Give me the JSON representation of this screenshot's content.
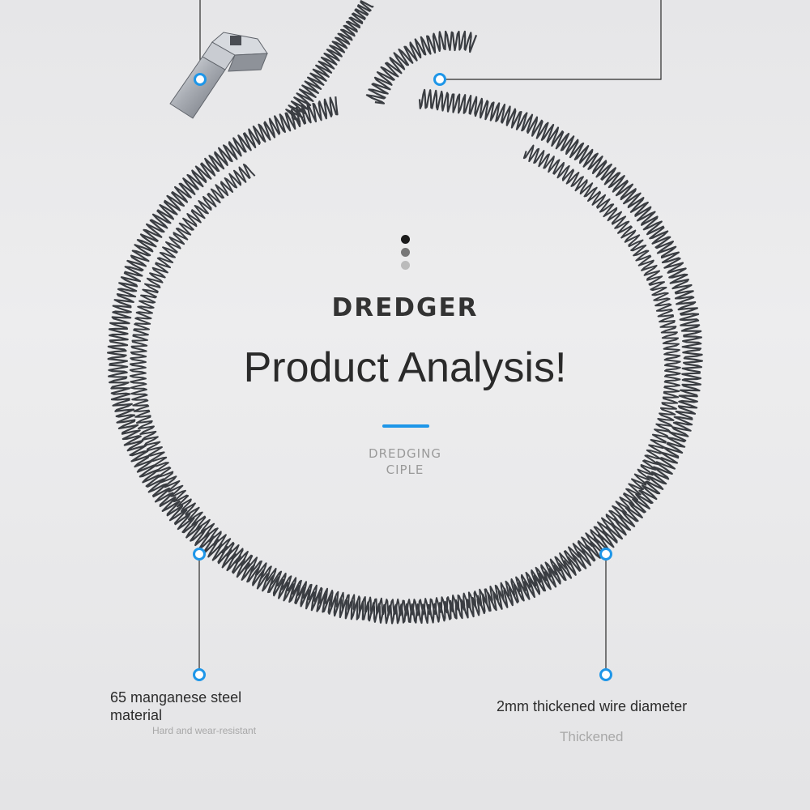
{
  "header": {
    "brand": "DREDGER",
    "headline": "Product Analysis!",
    "subtitle_line1": "DREDGING",
    "subtitle_line2": "CIPLE"
  },
  "features": [
    {
      "title": "65 manganese steel material",
      "subtitle": "Hard and wear-resistant"
    },
    {
      "title": "2mm thickened wire diameter",
      "subtitle": "Thickened"
    }
  ],
  "colors": {
    "accent": "#1e96e8",
    "dot_dark": "#1a1a1a",
    "dot_mid": "#777777",
    "dot_light": "#bbbbbb",
    "spring": "#3a3d42",
    "steel": "#b8bcc2"
  }
}
